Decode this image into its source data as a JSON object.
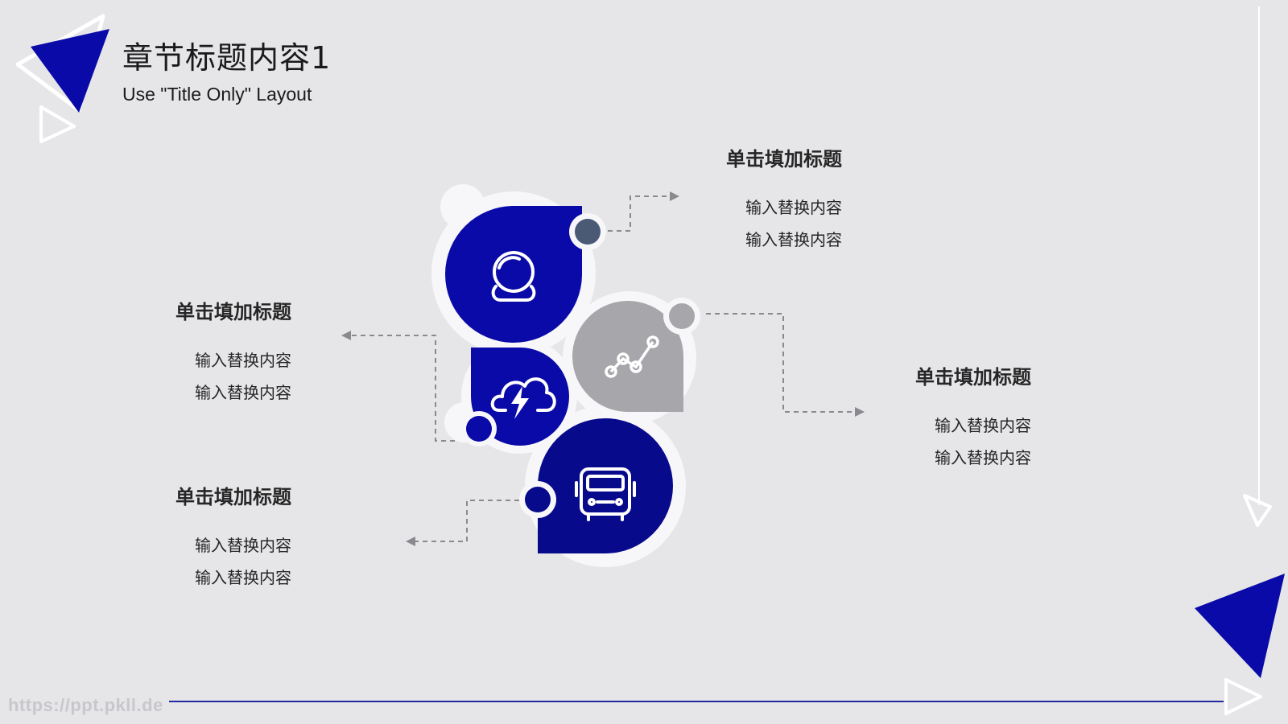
{
  "header": {
    "title": "章节标题内容1",
    "subtitle": "Use \"Title Only\" Layout"
  },
  "groups": [
    {
      "title": "单击填加标题",
      "lines": [
        "输入替换内容",
        "输入替换内容"
      ]
    },
    {
      "title": "单击填加标题",
      "lines": [
        "输入替换内容",
        "输入替换内容"
      ]
    },
    {
      "title": "单击填加标题",
      "lines": [
        "输入替换内容",
        "输入替换内容"
      ]
    },
    {
      "title": "单击填加标题",
      "lines": [
        "输入替换内容",
        "输入替换内容"
      ]
    }
  ],
  "icons": [
    "crystal-ball-icon",
    "line-chart-icon",
    "cloud-lightning-icon",
    "bus-icon"
  ],
  "colors": {
    "primary_blue": "#0a0aa8",
    "dark_navy": "#070a8a",
    "gray_bubble": "#a7a7ab",
    "slate_dot": "#4a5a75",
    "background": "#e6e6e9"
  },
  "watermark": "https://ppt.pkll.de"
}
